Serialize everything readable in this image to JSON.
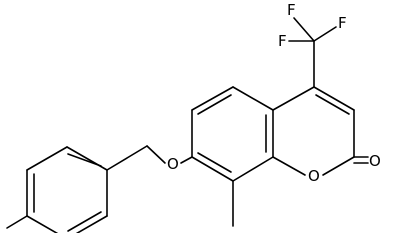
{
  "molecule": {
    "atom_labels": {
      "f1": "F",
      "f2": "F",
      "f3": "F",
      "o_ether": "O",
      "o_ring": "O",
      "o_carbonyl": "O"
    }
  }
}
